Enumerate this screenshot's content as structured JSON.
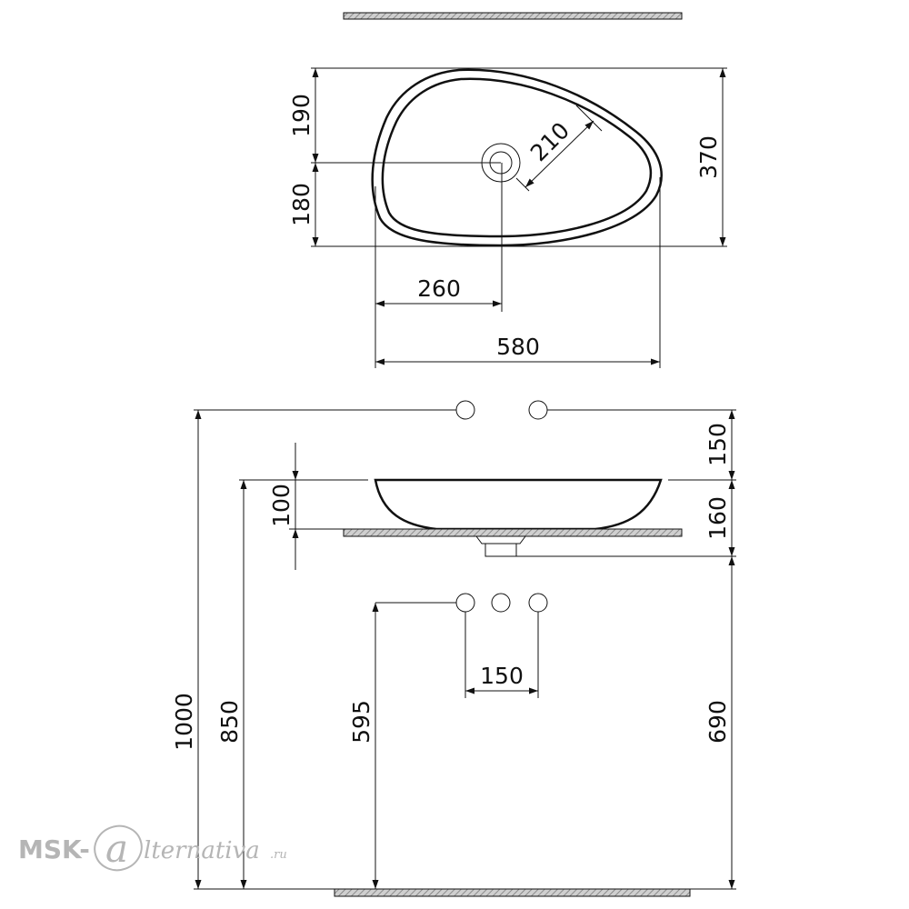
{
  "top_view": {
    "dim_height_upper": "190",
    "dim_height_lower": "180",
    "dim_total_height": "370",
    "dim_drain_diameter": "210",
    "dim_drain_offset": "260",
    "dim_total_width": "580"
  },
  "side_view": {
    "dim_tap_above": "150",
    "dim_bowl_depth": "100",
    "dim_bowl_below": "160",
    "dim_tap_spacing": "150",
    "dim_overall_height": "1000",
    "dim_counter_height": "850",
    "dim_wall_tap_height": "595",
    "dim_drain_height": "690"
  },
  "watermark": {
    "prefix": "MSK-",
    "logo_letter": "a",
    "suffix": "lternativa",
    "domain": ".ru"
  },
  "colors": {
    "line": "#111111",
    "watermark": "#b5b5b5",
    "hatch": "#777777"
  }
}
